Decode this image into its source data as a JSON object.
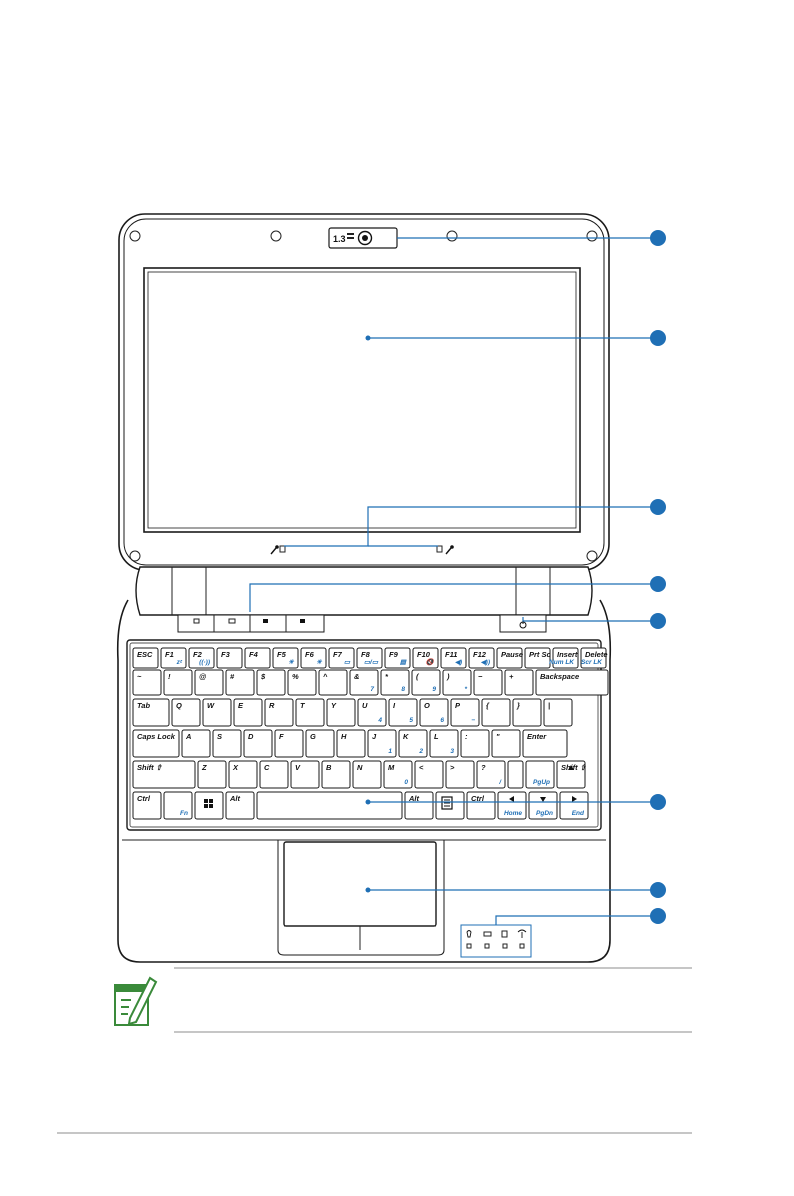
{
  "colors": {
    "callout": "#1f6fb5",
    "note_icon": "#3a8a3a",
    "line": "#222222"
  },
  "webcam": {
    "label": "1.3"
  },
  "icons": [
    "microphone-icon",
    "microphone-icon",
    "power-icon",
    "note-pencil-icon",
    "windows-icon",
    "menu-icon",
    "arrow-up-icon",
    "arrow-down-icon",
    "arrow-left-icon",
    "arrow-right-icon"
  ],
  "keyboard": {
    "rows": [
      [
        {
          "t": "ESC"
        },
        {
          "t": "F1",
          "b": "zᶻ"
        },
        {
          "t": "F2",
          "b": "((·))"
        },
        {
          "t": "F3"
        },
        {
          "t": "F4"
        },
        {
          "t": "F5",
          "b": "☀"
        },
        {
          "t": "F6",
          "b": "☀"
        },
        {
          "t": "F7",
          "b": "▭"
        },
        {
          "t": "F8",
          "b": "▭/▭"
        },
        {
          "t": "F9",
          "b": "▤"
        },
        {
          "t": "F10",
          "b": "🔇"
        },
        {
          "t": "F11",
          "b": "◀)"
        },
        {
          "t": "F12",
          "b": "◀))"
        },
        {
          "t": "Pause"
        },
        {
          "t": "Prt Sc"
        },
        {
          "t": "Insert",
          "b": "Num LK"
        },
        {
          "t": "Delete",
          "b": "Scr LK"
        }
      ],
      [
        {
          "t": "~"
        },
        {
          "t": "!"
        },
        {
          "t": "@"
        },
        {
          "t": "#"
        },
        {
          "t": "$"
        },
        {
          "t": "%"
        },
        {
          "t": "^"
        },
        {
          "t": "&",
          "b": "7"
        },
        {
          "t": "*",
          "b": "8"
        },
        {
          "t": "(",
          "b": "9"
        },
        {
          "t": ")",
          "b": "*"
        },
        {
          "t": "−"
        },
        {
          "t": "+"
        },
        {
          "t": "Backspace"
        }
      ],
      [
        {
          "t": "Tab"
        },
        {
          "t": "Q"
        },
        {
          "t": "W"
        },
        {
          "t": "E"
        },
        {
          "t": "R"
        },
        {
          "t": "T"
        },
        {
          "t": "Y"
        },
        {
          "t": "U",
          "b": "4"
        },
        {
          "t": "I",
          "b": "5"
        },
        {
          "t": "O",
          "b": "6"
        },
        {
          "t": "P",
          "b": "−"
        },
        {
          "t": "{"
        },
        {
          "t": "}"
        },
        {
          "t": "|"
        }
      ],
      [
        {
          "t": "Caps Lock"
        },
        {
          "t": "A"
        },
        {
          "t": "S"
        },
        {
          "t": "D"
        },
        {
          "t": "F"
        },
        {
          "t": "G"
        },
        {
          "t": "H"
        },
        {
          "t": "J",
          "b": "1"
        },
        {
          "t": "K",
          "b": "2"
        },
        {
          "t": "L",
          "b": "3"
        },
        {
          "t": ":"
        },
        {
          "t": "\""
        },
        {
          "t": "Enter"
        }
      ],
      [
        {
          "t": "Shift ⇧"
        },
        {
          "t": "Z"
        },
        {
          "t": "X"
        },
        {
          "t": "C"
        },
        {
          "t": "V"
        },
        {
          "t": "B"
        },
        {
          "t": "N"
        },
        {
          "t": "M",
          "b": "0"
        },
        {
          "t": "<"
        },
        {
          "t": ">"
        },
        {
          "t": "?",
          "b": "/"
        },
        {
          "t": ""
        },
        {
          "t": "",
          "b": "PgUp"
        },
        {
          "t": "Shift ⇧"
        }
      ],
      [
        {
          "t": "Ctrl"
        },
        {
          "t": "",
          "b": "Fn"
        },
        {
          "t": ""
        },
        {
          "t": "Alt"
        },
        {
          "t": ""
        },
        {
          "t": "Alt"
        },
        {
          "t": ""
        },
        {
          "t": "Ctrl"
        },
        {
          "t": "",
          "b": "Home"
        },
        {
          "t": "",
          "b": "PgDn"
        },
        {
          "t": "",
          "b": "End"
        }
      ]
    ]
  }
}
